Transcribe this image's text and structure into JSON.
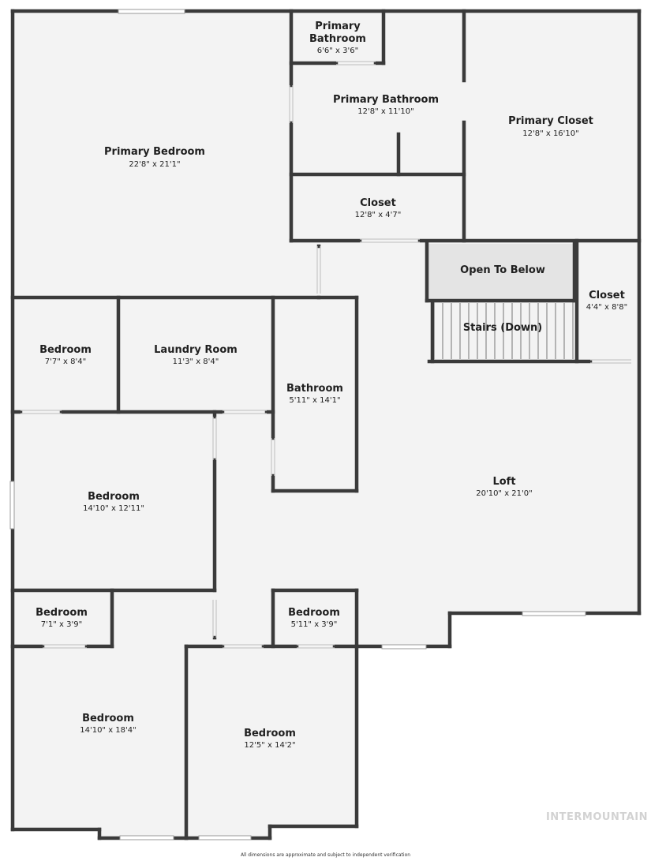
{
  "rooms": [
    {
      "key": "primary_bedroom",
      "name": "Primary Bedroom",
      "dims": "22'8\" x 21'1\""
    },
    {
      "key": "primary_bathroom_small",
      "name": [
        "Primary",
        "Bathroom"
      ],
      "dims": "6'6\" x 3'6\""
    },
    {
      "key": "primary_bathroom",
      "name": "Primary Bathroom",
      "dims": "12'8\" x 11'10\""
    },
    {
      "key": "primary_closet",
      "name": "Primary Closet",
      "dims": "12'8\" x 16'10\""
    },
    {
      "key": "closet_center",
      "name": "Closet",
      "dims": "12'8\" x 4'7\""
    },
    {
      "key": "open_to_below",
      "name": "Open To Below",
      "dims": ""
    },
    {
      "key": "stairs",
      "name": "Stairs (Down)",
      "dims": ""
    },
    {
      "key": "closet_right",
      "name": "Closet",
      "dims": "4'4\" x 8'8\""
    },
    {
      "key": "bedroom_small_left",
      "name": "Bedroom",
      "dims": "7'7\" x 8'4\""
    },
    {
      "key": "laundry",
      "name": "Laundry Room",
      "dims": "11'3\" x 8'4\""
    },
    {
      "key": "bathroom",
      "name": "Bathroom",
      "dims": "5'11\" x 14'1\""
    },
    {
      "key": "bedroom_mid_left",
      "name": "Bedroom",
      "dims": "14'10\" x 12'11\""
    },
    {
      "key": "loft",
      "name": "Loft",
      "dims": "20'10\" x 21'0\""
    },
    {
      "key": "bedroom_closet_left",
      "name": "Bedroom",
      "dims": "7'1\" x 3'9\""
    },
    {
      "key": "bedroom_closet_mid",
      "name": "Bedroom",
      "dims": "5'11\" x 3'9\""
    },
    {
      "key": "bedroom_bottom_left",
      "name": "Bedroom",
      "dims": "14'10\" x 18'4\""
    },
    {
      "key": "bedroom_bottom_mid",
      "name": "Bedroom",
      "dims": "12'5\" x 14'2\""
    }
  ],
  "watermark": "INTERMOUNTAIN",
  "disclaimer": "All dimensions are approximate and subject to independent verification"
}
